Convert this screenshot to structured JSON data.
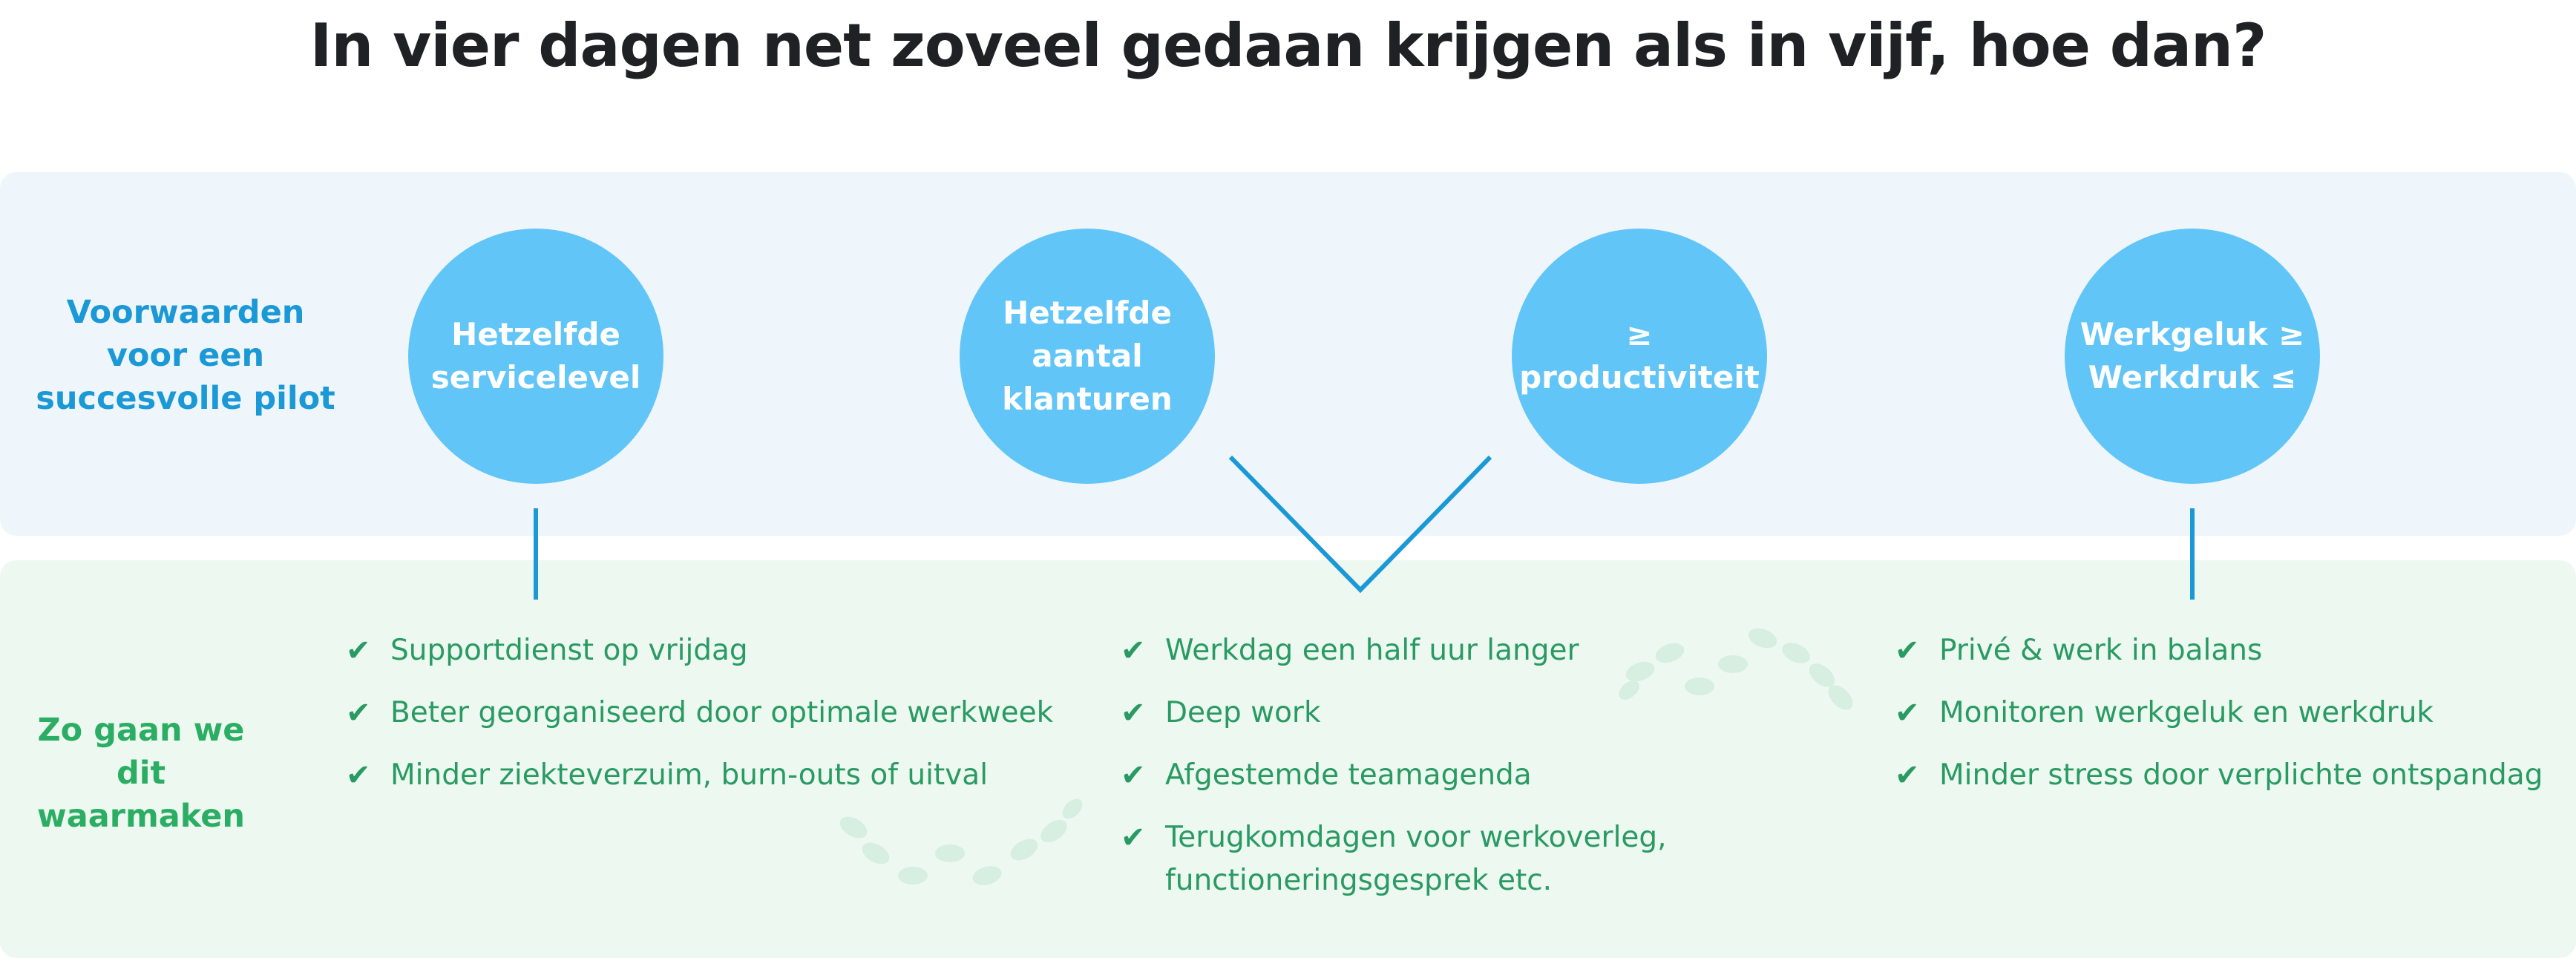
{
  "title": "In vier dagen net zoveel gedaan krijgen als in vijf, hoe dan?",
  "conditions_label": "Voorwaarden\nvoor een\nsuccesvolle pilot",
  "approach_label": "Zo gaan we dit\nwaarmaken",
  "conditions": [
    {
      "text": "Hetzelfde\nservicelevel"
    },
    {
      "text": "Hetzelfde\naantal\nklanturen"
    },
    {
      "text": "≥\nproductiviteit"
    },
    {
      "text": "Werkgeluk ≥\nWerkdruk ≤"
    }
  ],
  "actions": [
    {
      "items": [
        "Supportdienst op vrijdag",
        "Beter georganiseerd door optimale werkweek",
        "Minder ziekteverzuim, burn-outs of uitval"
      ]
    },
    {
      "items": [
        "Werkdag een half uur langer",
        "Deep work",
        "Afgestemde teamagenda",
        "Terugkomdagen voor werkoverleg,\nfunctioneringsgesprek etc."
      ]
    },
    {
      "items": [
        "Privé & werk in balans",
        "Monitoren werkgeluk en werkdruk",
        "Minder stress door verplichte ontspandag"
      ]
    }
  ],
  "check_glyph": "✔",
  "colors": {
    "circle": "#62c5f7",
    "connector": "#1b98d6",
    "conditions_label": "#1b98d6",
    "approach_label": "#2bae64",
    "list_text": "#2a9a63",
    "title": "#202124"
  }
}
